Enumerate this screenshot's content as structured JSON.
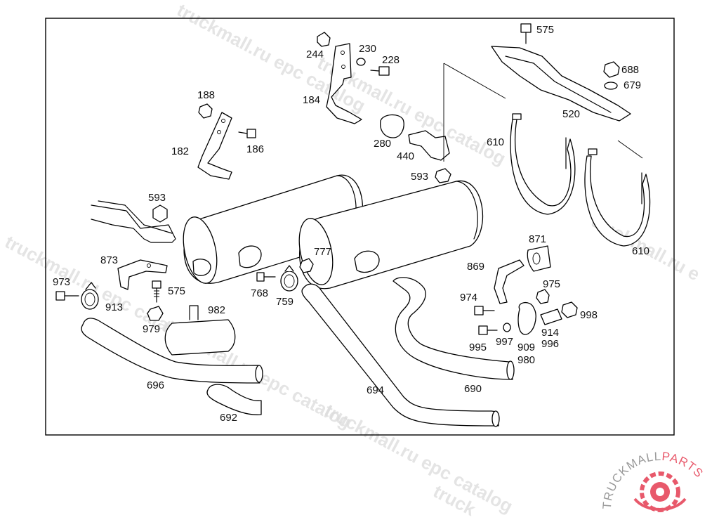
{
  "diagram": {
    "callouts": [
      {
        "id": "p575a",
        "text": "575"
      },
      {
        "id": "p244",
        "text": "244"
      },
      {
        "id": "p230",
        "text": "230"
      },
      {
        "id": "p228",
        "text": "228"
      },
      {
        "id": "p688",
        "text": "688"
      },
      {
        "id": "p679",
        "text": "679"
      },
      {
        "id": "p188",
        "text": "188"
      },
      {
        "id": "p184",
        "text": "184"
      },
      {
        "id": "p520",
        "text": "520"
      },
      {
        "id": "p182",
        "text": "182"
      },
      {
        "id": "p186",
        "text": "186"
      },
      {
        "id": "p280",
        "text": "280"
      },
      {
        "id": "p440",
        "text": "440"
      },
      {
        "id": "p610a",
        "text": "610"
      },
      {
        "id": "p593a",
        "text": "593"
      },
      {
        "id": "p593b",
        "text": "593"
      },
      {
        "id": "p610b",
        "text": "610"
      },
      {
        "id": "p871",
        "text": "871"
      },
      {
        "id": "p873",
        "text": "873"
      },
      {
        "id": "p777",
        "text": "777"
      },
      {
        "id": "p869",
        "text": "869"
      },
      {
        "id": "p973",
        "text": "973"
      },
      {
        "id": "p575b",
        "text": "575"
      },
      {
        "id": "p768",
        "text": "768"
      },
      {
        "id": "p975",
        "text": "975"
      },
      {
        "id": "p913",
        "text": "913"
      },
      {
        "id": "p759",
        "text": "759"
      },
      {
        "id": "p974",
        "text": "974"
      },
      {
        "id": "p982",
        "text": "982"
      },
      {
        "id": "p998",
        "text": "998"
      },
      {
        "id": "p979",
        "text": "979"
      },
      {
        "id": "p914",
        "text": "914"
      },
      {
        "id": "p997",
        "text": "997"
      },
      {
        "id": "p996",
        "text": "996"
      },
      {
        "id": "p995",
        "text": "995"
      },
      {
        "id": "p909",
        "text": "909"
      },
      {
        "id": "p980",
        "text": "980"
      },
      {
        "id": "p696",
        "text": "696"
      },
      {
        "id": "p694",
        "text": "694"
      },
      {
        "id": "p690",
        "text": "690"
      },
      {
        "id": "p692",
        "text": "692"
      }
    ]
  },
  "watermark": {
    "lines": [
      "truckmall.ru epc catalog",
      "truckmall.ru epc catalog",
      "truckmall.ru epc catalog",
      "truckmall.ru epc catalog",
      "truckmall.ru e",
      "truckmall.ru epc catalog",
      "truck"
    ]
  },
  "logo": {
    "text_main": "TRUCKMALL",
    "text_accent": "PARTS",
    "accent_color": "#e8596b",
    "text_color": "#9a9a9a",
    "icon": "gear-wheel-icon"
  }
}
